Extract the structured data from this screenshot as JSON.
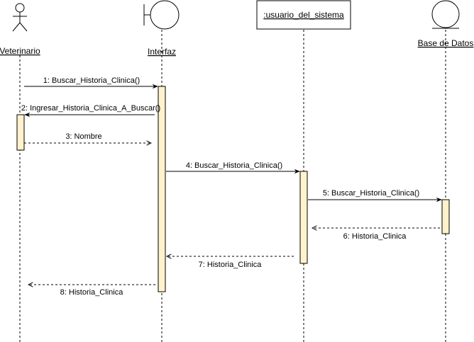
{
  "participants": {
    "veterinario": {
      "label": "Veterinario",
      "kind": "actor"
    },
    "interfaz": {
      "label": "Interfaz",
      "kind": "boundary"
    },
    "usuario": {
      "label": ":usuario_del_sistema",
      "kind": "object"
    },
    "base": {
      "label": "Base de Datos",
      "kind": "entity"
    }
  },
  "messages": [
    {
      "label": "1: Buscar_Historia_Clinica()",
      "kind": "sync"
    },
    {
      "label": "2: Ingresar_Historia_Clinica_A_Buscar()",
      "kind": "sync"
    },
    {
      "label": "3: Nombre",
      "kind": "return"
    },
    {
      "label": "4: Buscar_Historia_Clinica()",
      "kind": "sync"
    },
    {
      "label": "5: Buscar_Historia_Clinica()",
      "kind": "sync"
    },
    {
      "label": "6: Historia_Clinica",
      "kind": "return"
    },
    {
      "label": "7: Historia_Clinica",
      "kind": "return"
    },
    {
      "label": "8: Historia_Clinica",
      "kind": "return"
    }
  ],
  "colors": {
    "activation_fill": "#fff2cc",
    "line": "#000000"
  }
}
